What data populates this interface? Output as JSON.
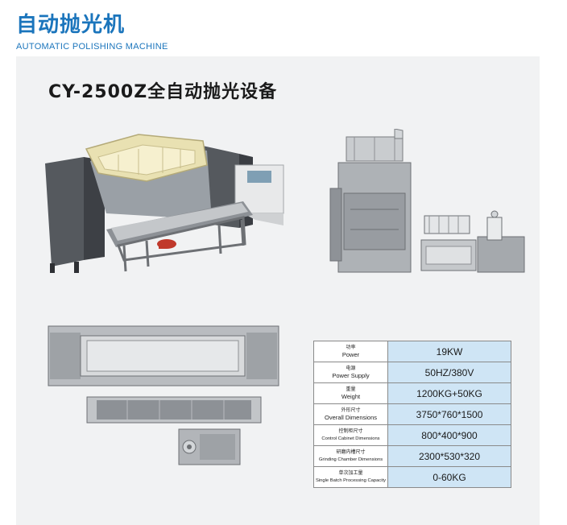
{
  "header": {
    "title": "自动抛光机",
    "subtitle": "AUTOMATIC POLISHING MACHINE"
  },
  "product": {
    "title": "CY-2500Z全自动抛光设备"
  },
  "specs": [
    {
      "label_cn": "功率",
      "label_en": "Power",
      "value": "19KW"
    },
    {
      "label_cn": "电源",
      "label_en": "Power Supply",
      "value": "50HZ/380V"
    },
    {
      "label_cn": "重量",
      "label_en": "Weight",
      "value": "1200KG+50KG"
    },
    {
      "label_cn": "外形尺寸",
      "label_en": "Overall Dimensions",
      "value": "3750*760*1500"
    },
    {
      "label_cn": "控制柜尺寸",
      "label_en": "Control Cabinet Dimensions",
      "value": "800*400*900"
    },
    {
      "label_cn": "研磨内槽尺寸",
      "label_en": "Grinding Chamber Dimensions",
      "value": "2300*530*320"
    },
    {
      "label_cn": "单次加工量",
      "label_en": "Single Batch Processing Capacity",
      "value": "0-60KG"
    }
  ],
  "colors": {
    "brand_blue": "#1b75bc",
    "table_value_bg": "#cfe5f5",
    "panel_bg": "#f1f2f3"
  }
}
